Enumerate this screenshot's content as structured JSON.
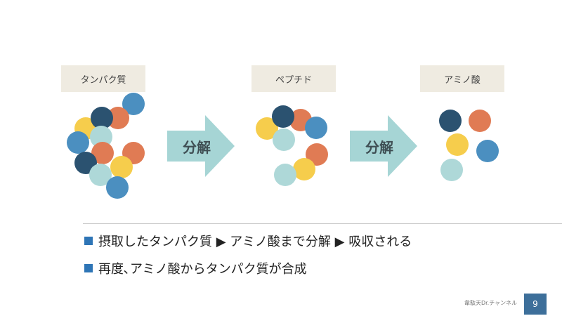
{
  "stages": [
    {
      "label": "タンパク質"
    },
    {
      "label": "ペプチド"
    },
    {
      "label": "アミノ酸"
    }
  ],
  "arrows": [
    {
      "label": "分解"
    },
    {
      "label": "分解"
    }
  ],
  "colors": {
    "navy": "#2b5270",
    "orange": "#e07b54",
    "yellow": "#f6cd4c",
    "blue": "#4b8fc0",
    "lightblue": "#aed8d8",
    "arrow": "#a6d5d5",
    "label_bg": "#efebe1",
    "bullet": "#2e75b6",
    "page_num_bg": "#3d6f9a"
  },
  "bullets": [
    {
      "text": "摂取したタンパク質 ▶ アミノ酸まで分解 ▶ 吸収される"
    },
    {
      "text": "再度､アミノ酸からタンパク質が合成"
    }
  ],
  "footer": {
    "channel": "韋駄天Dr.チャンネル",
    "page": "9"
  }
}
